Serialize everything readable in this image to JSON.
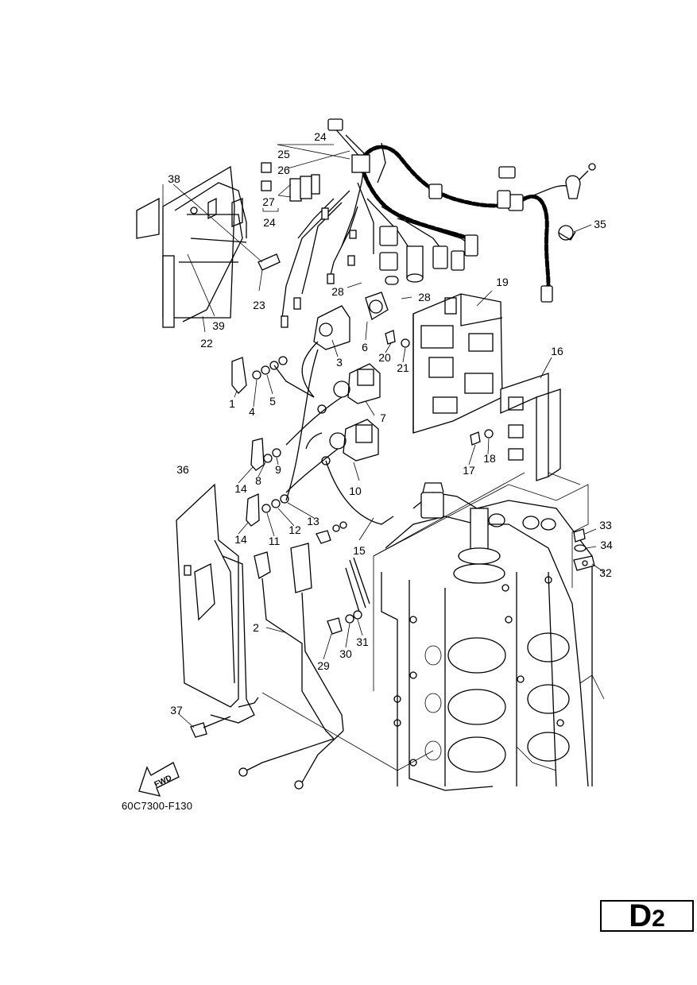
{
  "diagram": {
    "callouts": [
      "1",
      "2",
      "3",
      "4",
      "5",
      "6",
      "7",
      "8",
      "9",
      "10",
      "11",
      "12",
      "13",
      "14",
      "14",
      "15",
      "16",
      "17",
      "18",
      "19",
      "20",
      "21",
      "22",
      "23",
      "24",
      "24",
      "25",
      "26",
      "27",
      "28",
      "28",
      "29",
      "30",
      "31",
      "32",
      "33",
      "34",
      "35",
      "36",
      "37",
      "38",
      "39"
    ],
    "fwd_label": "FWD",
    "drawing_code": "60C7300-F130"
  },
  "page_id": {
    "letter": "D",
    "number": "2"
  }
}
